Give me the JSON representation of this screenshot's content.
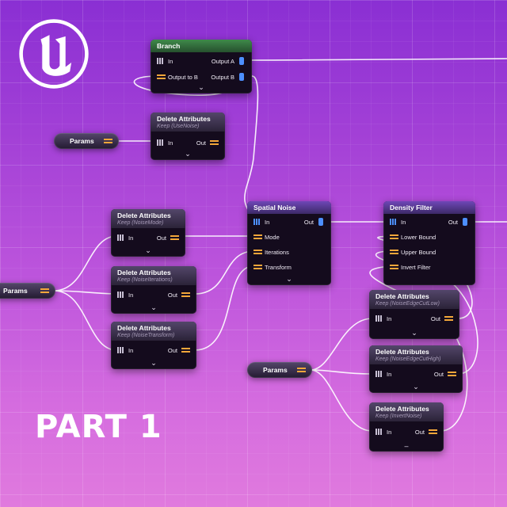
{
  "badge_text": "PART 1",
  "logo_icon": "unreal-engine-logo",
  "colors": {
    "struct_pin": "#f2a63a",
    "spatial_pin": "#4d8fff",
    "wire": "#ffffff",
    "branch_header": "#3f8a4b",
    "noise_header": "#6f47b8"
  },
  "nodes": {
    "branch": {
      "title": "Branch",
      "in": "In",
      "out_a": "Output A",
      "out_to_b": "Output to B",
      "out_b": "Output B"
    },
    "delete_use_noise": {
      "title": "Delete Attributes",
      "subtitle": "Keep (UseNoise)",
      "in": "In",
      "out": "Out"
    },
    "params_left": {
      "label": "Params"
    },
    "params_mid": {
      "label": "Params"
    },
    "params_right": {
      "label": "Params"
    },
    "delete_noise_mode": {
      "title": "Delete Attributes",
      "subtitle": "Keep (NoiseMode)",
      "in": "In",
      "out": "Out"
    },
    "delete_noise_iterations": {
      "title": "Delete Attributes",
      "subtitle": "Keep (NoiseIterations)",
      "in": "In",
      "out": "Out"
    },
    "delete_noise_transform": {
      "title": "Delete Attributes",
      "subtitle": "Keep (NoiseTransform)",
      "in": "In",
      "out": "Out"
    },
    "spatial_noise": {
      "title": "Spatial Noise",
      "in": "In",
      "out": "Out",
      "mode": "Mode",
      "iterations": "Iterations",
      "transform": "Transform"
    },
    "density_filter": {
      "title": "Density Filter",
      "in": "In",
      "out": "Out",
      "lower": "Lower Bound",
      "upper": "Upper Bound",
      "invert": "Invert Filter"
    },
    "delete_edge_low": {
      "title": "Delete Attributes",
      "subtitle": "Keep (NoiseEdgeCutLow)",
      "in": "In",
      "out": "Out"
    },
    "delete_edge_high": {
      "title": "Delete Attributes",
      "subtitle": "Keep (NoiseEdgeCutHigh)",
      "in": "In",
      "out": "Out"
    },
    "delete_invert_noise": {
      "title": "Delete Attributes",
      "subtitle": "Keep (InvertNoise)",
      "in": "In",
      "out": "Out"
    }
  }
}
